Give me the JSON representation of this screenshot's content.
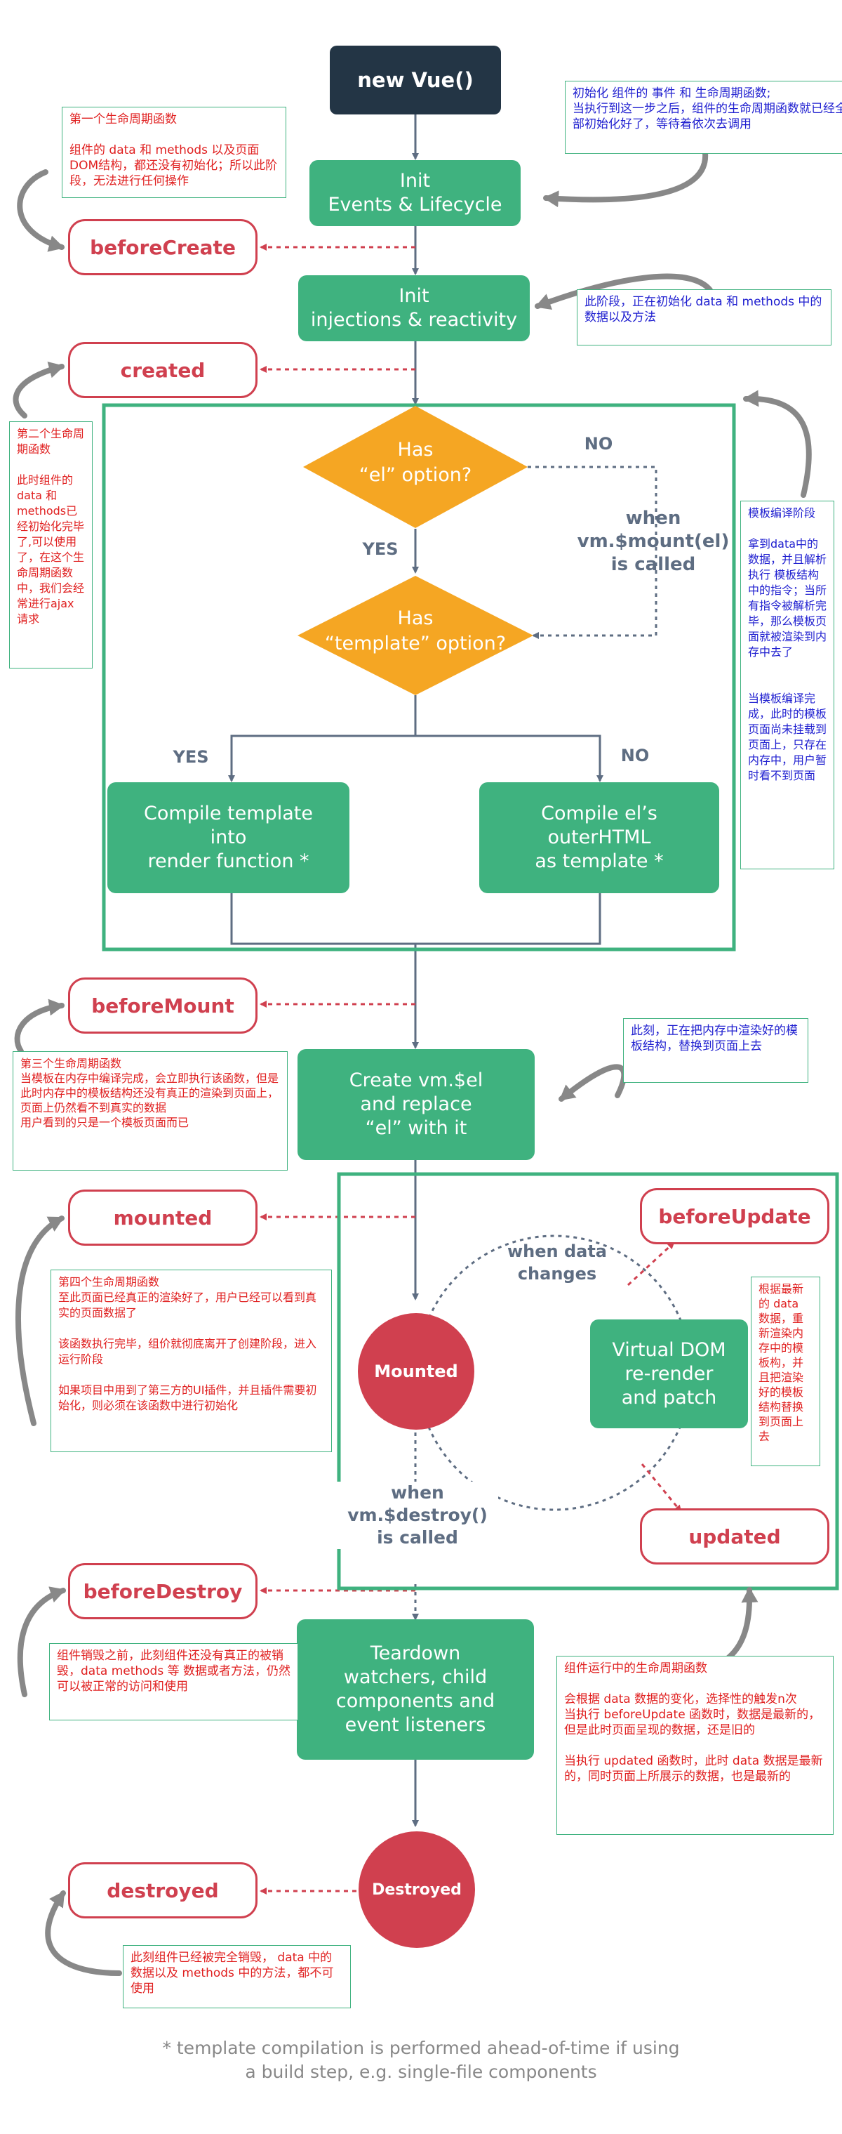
{
  "start": "new Vue()",
  "steps": {
    "init_events": "Init\nEvents & Lifecycle",
    "init_injections": "Init\ninjections & reactivity",
    "has_el": "Has\n“el” option?",
    "has_template": "Has\n“template” option?",
    "compile_template": "Compile template\ninto\nrender function *",
    "compile_el": "Compile el’s\nouterHTML\nas template *",
    "create_el": "Create vm.$el\nand replace\n“el” with it",
    "virtual_dom": "Virtual DOM\nre-render\nand patch",
    "teardown": "Teardown\nwatchers, child\ncomponents and\nevent listeners"
  },
  "states": {
    "mounted": "Mounted",
    "destroyed": "Destroyed"
  },
  "hooks": {
    "beforeCreate": "beforeCreate",
    "created": "created",
    "beforeMount": "beforeMount",
    "mounted": "mounted",
    "beforeUpdate": "beforeUpdate",
    "updated": "updated",
    "beforeDestroy": "beforeDestroy",
    "destroyed": "destroyed"
  },
  "labels": {
    "no_el": "NO",
    "yes_el": "YES",
    "when_mount": "when\nvm.$mount(el)\nis called",
    "yes_template": "YES",
    "no_template": "NO",
    "when_data": "when data\nchanges",
    "when_destroy": "when\nvm.$destroy()\nis called"
  },
  "notes": {
    "init_events": "初始化 组件的 事件 和 生命周期函数;\n当执行到这一步之后，组件的生命周期函数就已经全部初始化好了，等待着依次去调用",
    "before_create": "第一个生命周期函数\n\n组件的 data 和 methods 以及页面DOM结构，都还没有初始化；所以此阶段，无法进行任何操作",
    "init_injections": "此阶段，正在初始化 data 和 methods 中的数据以及方法",
    "created": "第二个生命周期函数\n\n此时组件的data 和 methods已经初始化完毕了,可以使用了，在这个生命周期函数中，我们会经常进行ajax请求",
    "template_compile": "模板编译阶段\n\n拿到data中的数据，并且解析执行 模板结构中的指令；当所有指令被解析完毕，那么模板页面就被渲染到内存中去了\n\n\n当模板编译完成，此时的模板页面尚未挂载到页面上，只存在内存中，用户暂时看不到页面",
    "before_mount": "第三个生命周期函数\n当模板在内存中编译完成，会立即执行该函数，但是此时内存中的模板结构还没有真正的渲染到页面上，页面上仍然看不到真实的数据\n用户看到的只是一个模板页面而已",
    "create_el": "此刻，正在把内存中渲染好的模板结构，替换到页面上去",
    "mounted": "第四个生命周期函数\n至此页面已经真正的渲染好了，用户已经可以看到真实的页面数据了\n\n该函数执行完毕，组价就彻底离开了创建阶段，进入运行阶段\n\n如果项目中用到了第三方的UI插件，并且插件需要初始化，则必须在该函数中进行初始化",
    "virtual_dom": "根据最新的 data 数据，重新渲染内存中的模板构，并且把渲染好的模板结构替换到页面上去",
    "before_destroy": "组件销毁之前，此刻组件还没有真正的被销毁，data methods 等 数据或者方法，仍然可以被正常的访问和使用",
    "runtime": "组件运行中的生命周期函数\n\n会根据 data 数据的变化，选择性的触发n次\n当执行 beforeUpdate 函数时，数据是最新的，但是此时页面呈现的数据，还是旧的\n\n当执行 updated 函数时，此时 data 数据是最新的，同时页面上所展示的数据，也是最新的",
    "destroyed": "此刻组件已经被完全销毁， data 中的数据以及 methods 中的方法，都不可使用"
  },
  "footnote": "* template compilation is performed ahead-of-time if using\na build step, e.g. single-file components",
  "colors": {
    "green": "#3fb27f",
    "dark": "#233545",
    "red": "#d0404f",
    "orange": "#f5a623",
    "gray": "#5e6d82",
    "note_red": "#e02020",
    "note_blue": "#2020d0"
  }
}
